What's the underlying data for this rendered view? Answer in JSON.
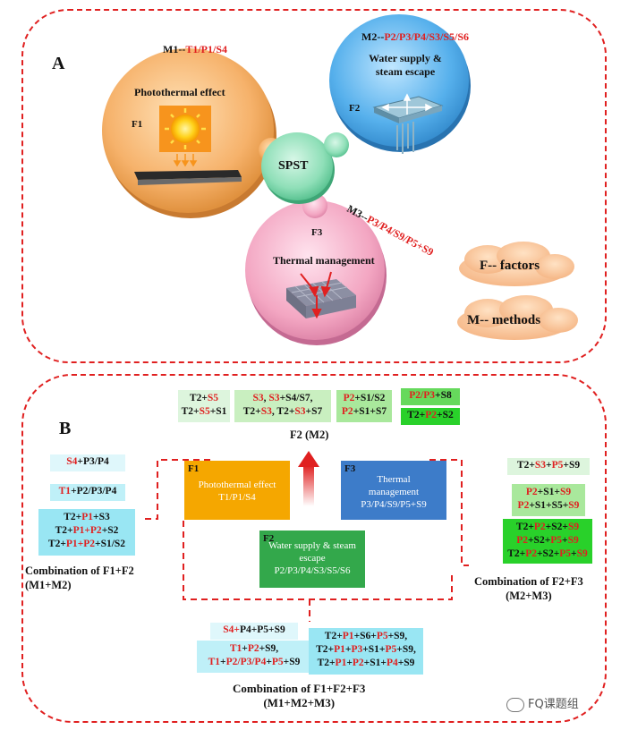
{
  "panel_a": {
    "label": "A",
    "m1": {
      "prefix": "M1--",
      "items": "T1/P1/S4"
    },
    "m2": {
      "prefix": "M2--",
      "items": "P2/P3/P4/S3/S5/S6"
    },
    "m3": {
      "prefix": "M3--",
      "items": "P3/P4/S9/P5+S9"
    },
    "f1": {
      "code": "F1",
      "title": "Photothermal effect"
    },
    "f2": {
      "code": "F2",
      "title": "Water supply & steam escape"
    },
    "f3": {
      "code": "F3",
      "title": "Thermal management"
    },
    "center": "SPST",
    "legend_factors": "F-- factors",
    "legend_methods": "M-- methods"
  },
  "panel_b": {
    "label": "B",
    "f2_boxes": [
      {
        "lines": [
          [
            [
              "T2+",
              "k"
            ],
            [
              "S5",
              "r"
            ]
          ],
          [
            [
              "T2+",
              "k"
            ],
            [
              "S5",
              "r"
            ],
            [
              "+S1",
              "k"
            ]
          ]
        ],
        "bg": "#ddf5dd"
      },
      {
        "lines": [
          [
            [
              "S3",
              "r"
            ],
            [
              ", ",
              "k"
            ],
            [
              "S3",
              "r"
            ],
            [
              "+S4/S7,",
              "k"
            ]
          ],
          [
            [
              "T2+",
              "k"
            ],
            [
              "S3",
              "r"
            ],
            [
              ", T2+",
              "k"
            ],
            [
              "S3",
              "r"
            ],
            [
              "+S7",
              "k"
            ]
          ]
        ],
        "bg": "#c9efc0"
      },
      {
        "lines": [
          [
            [
              "P2",
              "r"
            ],
            [
              "+S1/S2",
              "k"
            ]
          ],
          [
            [
              "P2",
              "r"
            ],
            [
              "+S1+S7",
              "k"
            ]
          ]
        ],
        "bg": "#a9e89c"
      },
      {
        "lines": [
          [
            [
              "P2/P3",
              "r"
            ],
            [
              "+S8",
              "k"
            ]
          ]
        ],
        "bg": "#66d95c"
      },
      {
        "lines": [
          [
            [
              "T2+",
              "k"
            ],
            [
              "P2",
              "r"
            ],
            [
              "+S2",
              "k"
            ]
          ]
        ],
        "bg": "#29d12a"
      }
    ],
    "f2_label": "F2 (M2)",
    "f1f2_boxes": [
      {
        "lines": [
          [
            [
              "S4",
              "r"
            ],
            [
              "+P3/P4",
              "k"
            ]
          ]
        ],
        "bg": "#dff7fb"
      },
      {
        "lines": [
          [
            [
              "T1",
              "r"
            ],
            [
              "+P2/P3/P4",
              "k"
            ]
          ]
        ],
        "bg": "#bff0f8"
      },
      {
        "lines": [
          [
            [
              "T2+",
              "k"
            ],
            [
              "P1",
              "r"
            ],
            [
              "+S3",
              "k"
            ]
          ],
          [
            [
              "T2+",
              "k"
            ],
            [
              "P1",
              "r"
            ],
            [
              "+P2",
              "r"
            ],
            [
              "+S2",
              "k"
            ]
          ],
          [
            [
              "T2+",
              "k"
            ],
            [
              "P1",
              "r"
            ],
            [
              "+P2",
              "r"
            ],
            [
              "+S1/S2",
              "k"
            ]
          ]
        ],
        "bg": "#99e6f3"
      }
    ],
    "f1f2_label": [
      "Combination of F1+F2",
      "(M1+M2)"
    ],
    "f2f3_boxes": [
      {
        "lines": [
          [
            [
              "T2+",
              "k"
            ],
            [
              "S3",
              "r"
            ],
            [
              "+",
              "k"
            ],
            [
              "P5",
              "r"
            ],
            [
              "+S9",
              "k"
            ]
          ]
        ],
        "bg": "#ddf5dd"
      },
      {
        "lines": [
          [
            [
              "P2",
              "r"
            ],
            [
              "+S1+",
              "k"
            ],
            [
              "S9",
              "r"
            ]
          ],
          [
            [
              "P2",
              "r"
            ],
            [
              "+S1+S5+",
              "k"
            ],
            [
              "S9",
              "r"
            ]
          ]
        ],
        "bg": "#a9e89c"
      },
      {
        "lines": [
          [
            [
              "T2+",
              "k"
            ],
            [
              "P2",
              "r"
            ],
            [
              "+S2+",
              "k"
            ],
            [
              "S9",
              "r"
            ]
          ],
          [
            [
              "P2",
              "r"
            ],
            [
              "+S2+",
              "k"
            ],
            [
              "P5",
              "r"
            ],
            [
              "+",
              "k"
            ],
            [
              "S9",
              "r"
            ]
          ],
          [
            [
              "T2+",
              "k"
            ],
            [
              "P2",
              "r"
            ],
            [
              "+S2+",
              "k"
            ],
            [
              "P5",
              "r"
            ],
            [
              "+",
              "k"
            ],
            [
              "S9",
              "r"
            ]
          ]
        ],
        "bg": "#29d12a"
      }
    ],
    "f2f3_label": [
      "Combination of F2+F3",
      "(M2+M3)"
    ],
    "f123_boxes": [
      {
        "lines": [
          [
            [
              "S4+",
              "r"
            ],
            [
              "P4+P5+S9",
              "k"
            ]
          ]
        ],
        "bg": "#dff7fb"
      },
      {
        "lines": [
          [
            [
              "T1",
              "r"
            ],
            [
              "+",
              "k"
            ],
            [
              "P2",
              "r"
            ],
            [
              "+S9,",
              "k"
            ]
          ],
          [
            [
              "T1",
              "r"
            ],
            [
              "+",
              "k"
            ],
            [
              "P2/P3/P4",
              "r"
            ],
            [
              "+",
              "k"
            ],
            [
              "P5",
              "r"
            ],
            [
              "+S9",
              "k"
            ]
          ]
        ],
        "bg": "#bff0f8"
      },
      {
        "lines": [
          [
            [
              "T2+",
              "k"
            ],
            [
              "P1",
              "r"
            ],
            [
              "+S6+",
              "k"
            ],
            [
              "P5",
              "r"
            ],
            [
              "+S9,",
              "k"
            ]
          ],
          [
            [
              "T2+",
              "k"
            ],
            [
              "P1",
              "r"
            ],
            [
              "+",
              "k"
            ],
            [
              "P3",
              "r"
            ],
            [
              "+S1+",
              "k"
            ],
            [
              "P5",
              "r"
            ],
            [
              "+S9,",
              "k"
            ]
          ],
          [
            [
              "T2+",
              "k"
            ],
            [
              "P1",
              "r"
            ],
            [
              "+",
              "k"
            ],
            [
              "P2",
              "r"
            ],
            [
              "+S1+",
              "k"
            ],
            [
              "P4",
              "r"
            ],
            [
              "+S9",
              "k"
            ]
          ]
        ],
        "bg": "#99e6f3"
      }
    ],
    "f123_label": [
      "Combination of F1+F2+F3",
      "(M1+M2+M3)"
    ],
    "center_f1": {
      "code": "F1",
      "title": "Photothermal effect",
      "methods": "T1/P1/S4",
      "bg": "#f5a700"
    },
    "center_f2": {
      "code": "F2",
      "title": "Water supply & steam escape",
      "methods": "P2/P3/P4/S3/S5/S6",
      "bg": "#33a84b"
    },
    "center_f3": {
      "code": "F3",
      "title": "Thermal management",
      "methods": "P3/P4/S9/P5+S9",
      "bg": "#3d7cc9"
    }
  },
  "watermark": "FQ课题组",
  "colors": {
    "dash": "#e02020",
    "red_text": "#e02020"
  }
}
